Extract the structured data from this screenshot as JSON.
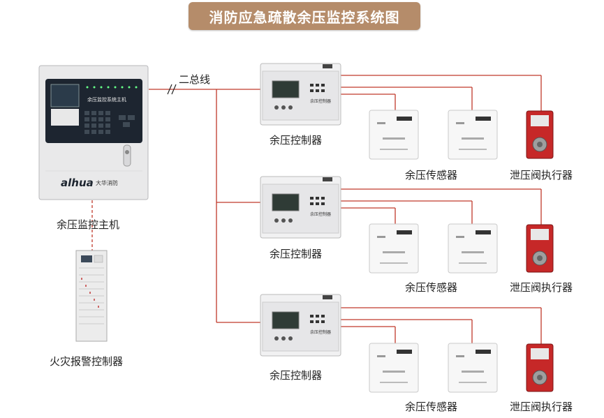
{
  "title": "消防应急疏散余压监控系统图",
  "bus_label": "二总线",
  "host": {
    "label": "余压监控主机",
    "panel_text": "余压监控系统主机",
    "brand": "alhua",
    "brand_sub": "大华消防"
  },
  "fire_panel": {
    "label": "火灾报警控制器"
  },
  "controllers": [
    {
      "label": "余压控制器",
      "device_text": "余压控制器"
    },
    {
      "label": "余压控制器",
      "device_text": "余压控制器"
    },
    {
      "label": "余压控制器",
      "device_text": "余压控制器"
    }
  ],
  "sensors_label": "余压传感器",
  "actuators_label": "泄压阀执行器",
  "colors": {
    "wire": "#c0392b",
    "banner": "#b58c6a",
    "actuator": "#c62828"
  }
}
